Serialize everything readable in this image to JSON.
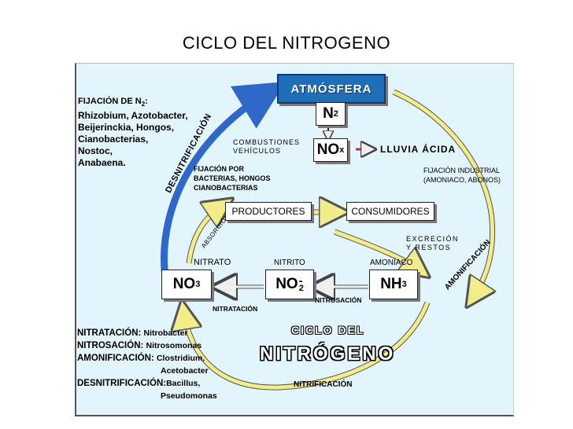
{
  "title": "CICLO DEL NITROGENO",
  "atmosphere": "ATMÓSFERA",
  "n2": {
    "base": "N",
    "sub": "2"
  },
  "nox": {
    "base": "NO",
    "sub": "x"
  },
  "combustion": [
    "COMBUSTIONES",
    "VEHÍCULOS"
  ],
  "lluvia": "LLUVIA ÁCIDA",
  "fijacion_industrial": [
    "FIJACIÓN INDUSTRIAL",
    "(AMONIACO, ABONOS)"
  ],
  "fijacion_bact": [
    "FIJACIÓN POR",
    "BACTERIAS, HONGOS",
    "CIANOBACTERIAS"
  ],
  "fijacion_n": {
    "heading": "FIJACIÓN DE N",
    "sub": "2",
    "suffix": ":",
    "lines": [
      "Rhizobium, Azotobacter,",
      "Beijerinckia, Hongos,",
      "Cianobacterias,",
      "Nostoc,",
      "Anabaena."
    ]
  },
  "desnitrificacion": "DESNITRIFICACIÓN",
  "absorcion": "ABSORCIÓN",
  "productores": "PRODUCTORES",
  "consumidores": "CONSUMIDORES",
  "excrecion": [
    "EXCRECIÓN",
    "Y RESTOS"
  ],
  "amonificacion": "AMONIFICACIÓN",
  "nitrato_label": "NITRATO",
  "nitrito_label": "NITRITO",
  "amoniaco_label": "AMONÍACO",
  "no3": {
    "base": "NO",
    "sub": "3"
  },
  "no2": {
    "base": "NO",
    "sub": "2",
    "sup": "-"
  },
  "nh3": {
    "base": "NH",
    "sub": "3"
  },
  "nitratacion": "NITRATACIÓN",
  "nitrosacion": "NITROSACIÓN",
  "ciclo_del": "CICLO DEL",
  "nitrogeno_big": "NITRÓGENO",
  "nitrificacion": "NITRIFICACIÓN",
  "bottom_legend": [
    {
      "label": "NITRATACIÓN:",
      "value": "Nitrobacter"
    },
    {
      "label": "NITROSACIÓN:",
      "value": "Nitrosomonas"
    },
    {
      "label": "AMONIFICACIÓN:",
      "value": "Clostridium,"
    },
    {
      "label": "",
      "value": "Acetobacter"
    },
    {
      "label": "DESNITRIFICACIÓN:",
      "value": "Bacillus,"
    },
    {
      "label": "",
      "value": "Pseudomonas"
    }
  ],
  "colors": {
    "panel": "#e2f4fc",
    "atmosphere_box": "#1f6fb8",
    "cycle_arrow": "#f3ec8a",
    "desnit_arrow": "#2f68c8"
  }
}
